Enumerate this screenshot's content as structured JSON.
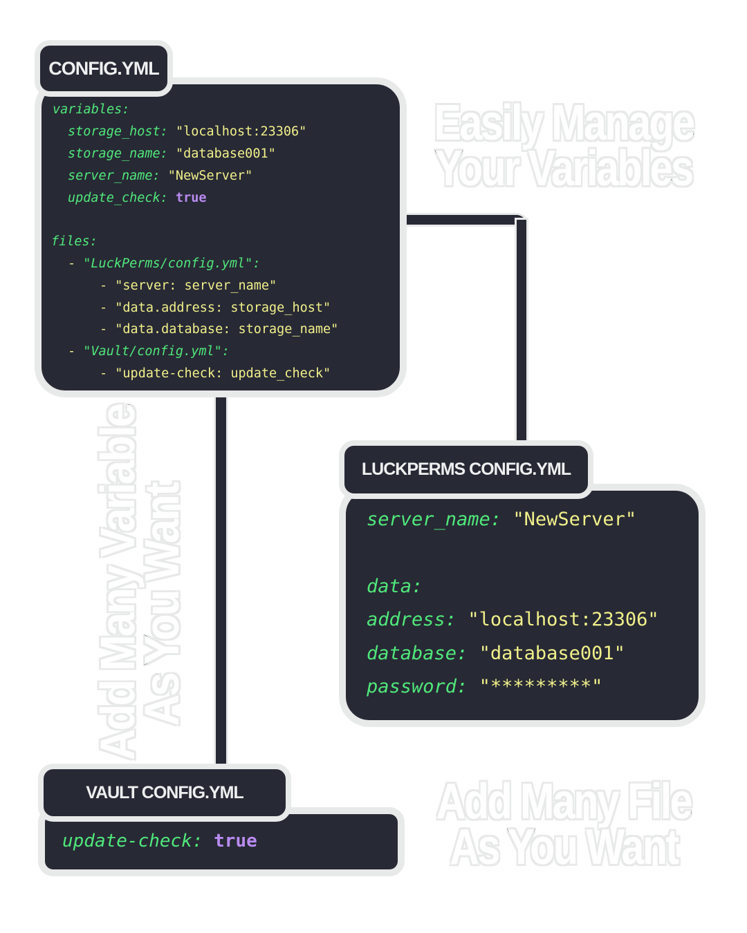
{
  "main": {
    "title": "CONFIG.YML",
    "l1": "variables:",
    "l2k": "storage_host:",
    "l2v": "\"localhost:23306\"",
    "l3k": "storage_name:",
    "l3v": "\"database001\"",
    "l4k": "server_name:",
    "l4v": "\"NewServer\"",
    "l5k": "update_check:",
    "l5v": "true",
    "l6": "files:",
    "l7d": "- ",
    "l7": "\"LuckPerms/config.yml\":",
    "l8": "- \"server: server_name\"",
    "l9": "- \"data.address: storage_host\"",
    "l10": "- \"data.database: storage_name\"",
    "l11d": "- ",
    "l11": "\"Vault/config.yml\":",
    "l12": "- \"update-check: update_check\""
  },
  "luckperms": {
    "title": "LUCKPERMS CONFIG.YML",
    "l1k": "server_name:",
    "l1v": "\"NewServer\"",
    "l2": "data:",
    "l3k": "address:",
    "l3v": "\"localhost:23306\"",
    "l4k": "database:",
    "l4v": "\"database001\"",
    "l5k": "password:",
    "l5v": "\"*********\""
  },
  "vault": {
    "title": "VAULT CONFIG.YML",
    "l1k": "update-check:",
    "l1v": "true"
  },
  "headlines": {
    "top1": "Easily Manage",
    "top2": "Your Variables",
    "side1": "Add Many Variable",
    "side2": "As You Want",
    "bottom1": "Add Many File",
    "bottom2": "As You Want"
  },
  "colors": {
    "panel": "#272935",
    "border": "#e8e9e9",
    "key": "#50e87a",
    "string": "#f1f08a",
    "bool": "#b98bf0"
  }
}
